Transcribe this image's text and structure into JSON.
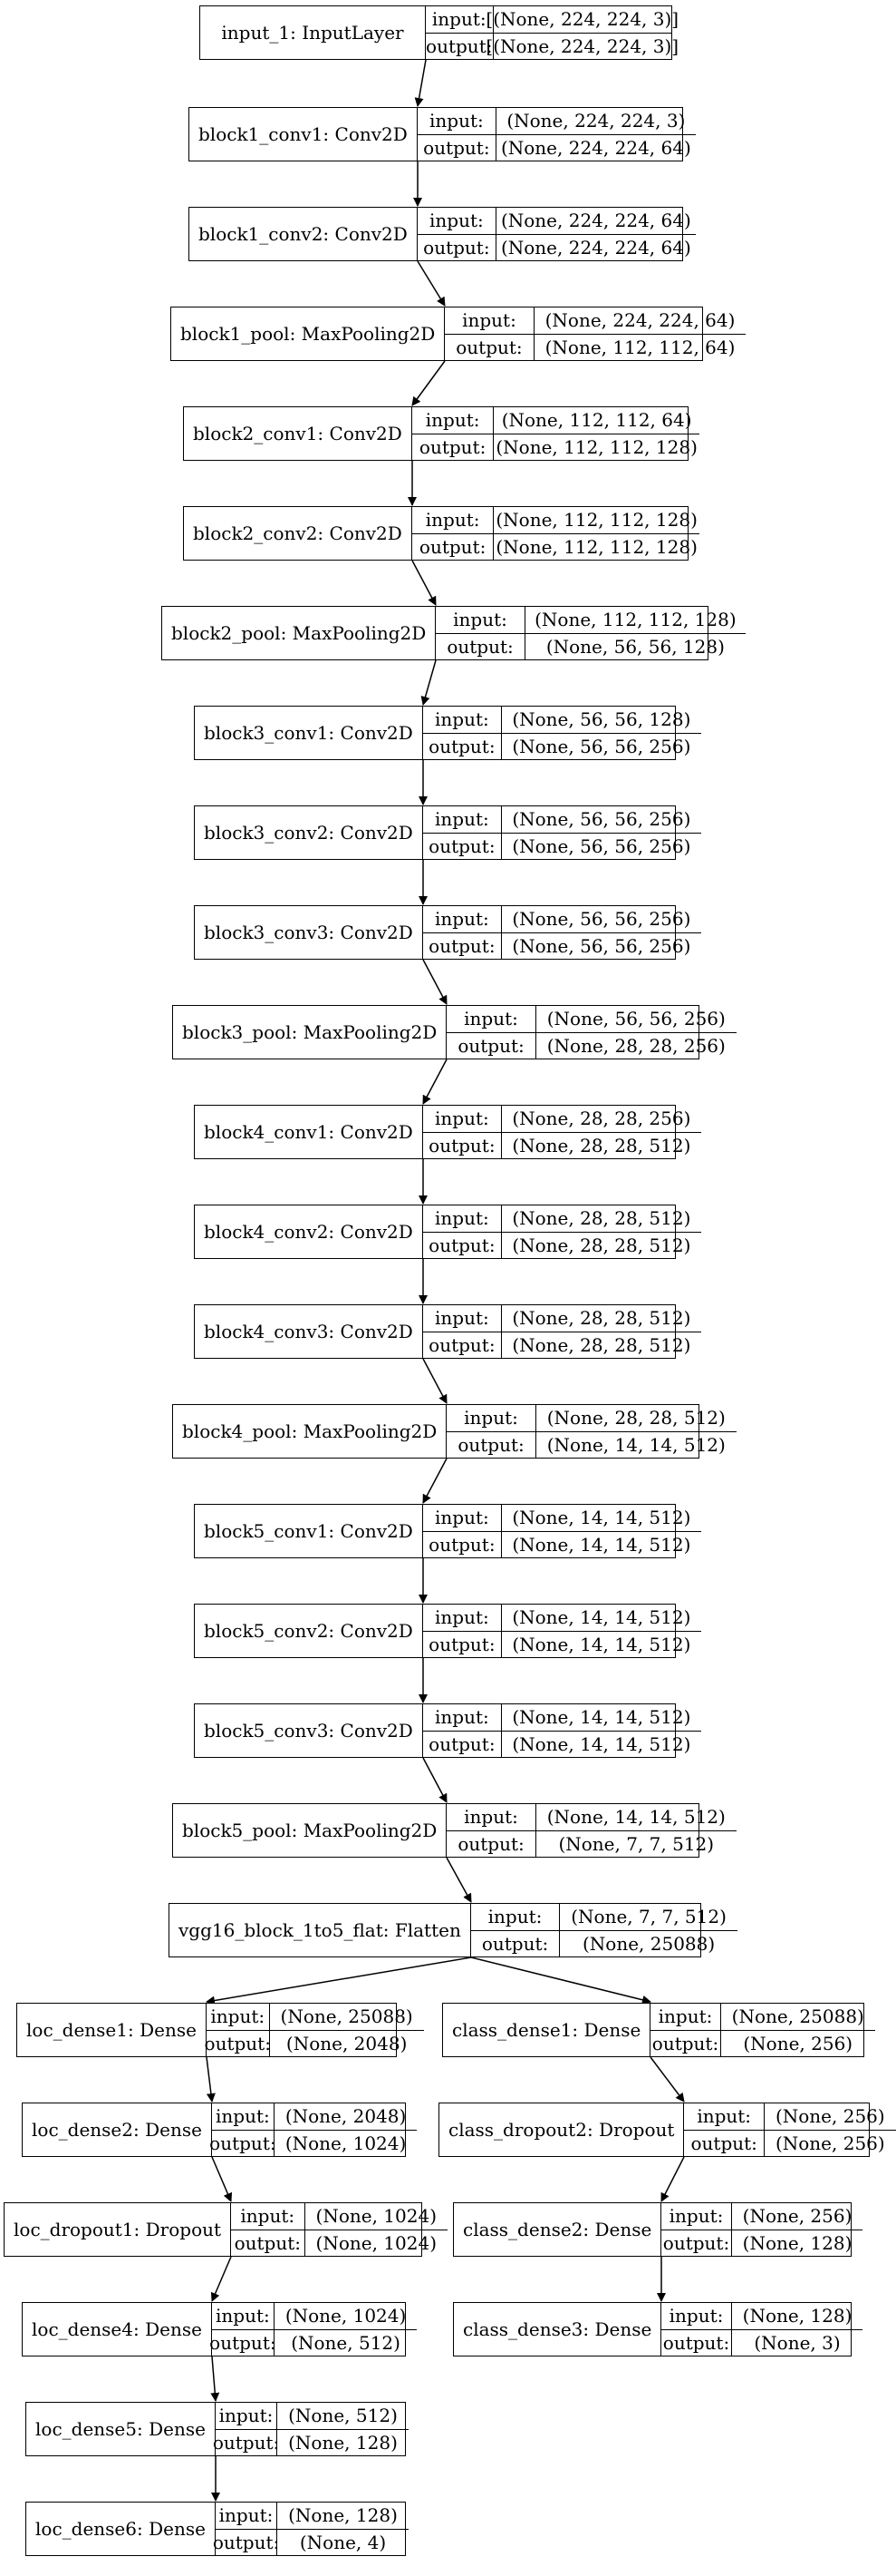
{
  "diagram": {
    "nodes": [
      {
        "name": "input_1: InputLayer",
        "input": "[(None, 224, 224, 3)]",
        "output": "[(None, 224, 224, 3)]"
      },
      {
        "name": "block1_conv1: Conv2D",
        "input": "(None, 224, 224, 3)",
        "output": "(None, 224, 224, 64)"
      },
      {
        "name": "block1_conv2: Conv2D",
        "input": "(None, 224, 224, 64)",
        "output": "(None, 224, 224, 64)"
      },
      {
        "name": "block1_pool: MaxPooling2D",
        "input": "(None, 224, 224, 64)",
        "output": "(None, 112, 112, 64)"
      },
      {
        "name": "block2_conv1: Conv2D",
        "input": "(None, 112, 112, 64)",
        "output": "(None, 112, 112, 128)"
      },
      {
        "name": "block2_conv2: Conv2D",
        "input": "(None, 112, 112, 128)",
        "output": "(None, 112, 112, 128)"
      },
      {
        "name": "block2_pool: MaxPooling2D",
        "input": "(None, 112, 112, 128)",
        "output": "(None, 56, 56, 128)"
      },
      {
        "name": "block3_conv1: Conv2D",
        "input": "(None, 56, 56, 128)",
        "output": "(None, 56, 56, 256)"
      },
      {
        "name": "block3_conv2: Conv2D",
        "input": "(None, 56, 56, 256)",
        "output": "(None, 56, 56, 256)"
      },
      {
        "name": "block3_conv3: Conv2D",
        "input": "(None, 56, 56, 256)",
        "output": "(None, 56, 56, 256)"
      },
      {
        "name": "block3_pool: MaxPooling2D",
        "input": "(None, 56, 56, 256)",
        "output": "(None, 28, 28, 256)"
      },
      {
        "name": "block4_conv1: Conv2D",
        "input": "(None, 28, 28, 256)",
        "output": "(None, 28, 28, 512)"
      },
      {
        "name": "block4_conv2: Conv2D",
        "input": "(None, 28, 28, 512)",
        "output": "(None, 28, 28, 512)"
      },
      {
        "name": "block4_conv3: Conv2D",
        "input": "(None, 28, 28, 512)",
        "output": "(None, 28, 28, 512)"
      },
      {
        "name": "block4_pool: MaxPooling2D",
        "input": "(None, 28, 28, 512)",
        "output": "(None, 14, 14, 512)"
      },
      {
        "name": "block5_conv1: Conv2D",
        "input": "(None, 14, 14, 512)",
        "output": "(None, 14, 14, 512)"
      },
      {
        "name": "block5_conv2: Conv2D",
        "input": "(None, 14, 14, 512)",
        "output": "(None, 14, 14, 512)"
      },
      {
        "name": "block5_conv3: Conv2D",
        "input": "(None, 14, 14, 512)",
        "output": "(None, 14, 14, 512)"
      },
      {
        "name": "block5_pool: MaxPooling2D",
        "input": "(None, 14, 14, 512)",
        "output": "(None, 7, 7, 512)"
      },
      {
        "name": "vgg16_block_1to5_flat: Flatten",
        "input": "(None, 7, 7, 512)",
        "output": "(None, 25088)"
      },
      {
        "name": "loc_dense1: Dense",
        "input": "(None, 25088)",
        "output": "(None, 2048)"
      },
      {
        "name": "class_dense1: Dense",
        "input": "(None, 25088)",
        "output": "(None, 256)"
      },
      {
        "name": "loc_dense2: Dense",
        "input": "(None, 2048)",
        "output": "(None, 1024)"
      },
      {
        "name": "class_dropout2: Dropout",
        "input": "(None, 256)",
        "output": "(None, 256)"
      },
      {
        "name": "loc_dropout1: Dropout",
        "input": "(None, 1024)",
        "output": "(None, 1024)"
      },
      {
        "name": "class_dense2: Dense",
        "input": "(None, 256)",
        "output": "(None, 128)"
      },
      {
        "name": "loc_dense4: Dense",
        "input": "(None, 1024)",
        "output": "(None, 512)"
      },
      {
        "name": "class_dense3: Dense",
        "input": "(None, 128)",
        "output": "(None, 3)"
      },
      {
        "name": "loc_dense5: Dense",
        "input": "(None, 512)",
        "output": "(None, 128)"
      },
      {
        "name": "loc_dense6: Dense",
        "input": "(None, 128)",
        "output": "(None, 4)"
      }
    ],
    "input_key": "input:",
    "output_key": "output:"
  }
}
